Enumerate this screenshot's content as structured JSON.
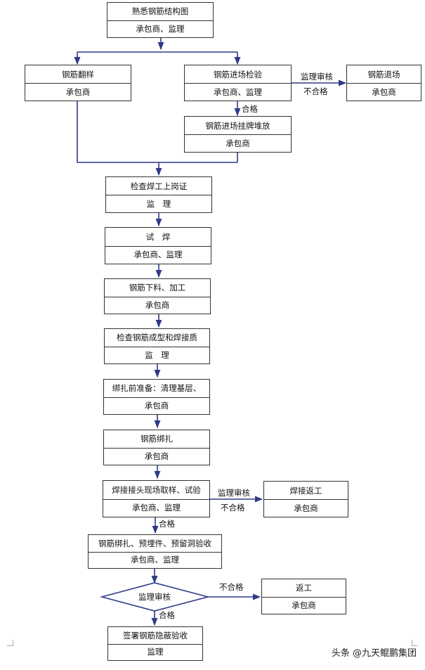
{
  "diagram": {
    "nodes": [
      {
        "id": "n1",
        "title": "熟悉钢筋结构图",
        "role": "承包商、监理"
      },
      {
        "id": "n2",
        "title": "钢筋翻样",
        "role": "承包商"
      },
      {
        "id": "n3",
        "title": "钢筋进场检验",
        "role": "承包商、监理"
      },
      {
        "id": "n4",
        "title": "钢筋退场",
        "role": "承包商"
      },
      {
        "id": "n5",
        "title": "钢筋进场挂牌堆放",
        "role": "承包商"
      },
      {
        "id": "n6",
        "title": "检查焊工上岗证",
        "role": "监　理"
      },
      {
        "id": "n7",
        "title": "试　焊",
        "role": "承包商、监理"
      },
      {
        "id": "n8",
        "title": "钢筋下料、加工",
        "role": "承包商"
      },
      {
        "id": "n9",
        "title": "检查钢筋成型和焊接质",
        "role": "监　理"
      },
      {
        "id": "n10",
        "title": "绑扎前准备：清理基层、",
        "role": "承包商"
      },
      {
        "id": "n11",
        "title": "钢筋绑扎",
        "role": "承包商"
      },
      {
        "id": "n12",
        "title": "焊接接头现场取样、试验",
        "role": "承包商、监理"
      },
      {
        "id": "n13",
        "title": "焊接返工",
        "role": "承包商"
      },
      {
        "id": "n14",
        "title": "钢筋绑扎、预埋件、预留洞验收",
        "role": "承包商、监理"
      },
      {
        "id": "n15",
        "title": "返工",
        "role": "承包商"
      },
      {
        "id": "n16",
        "title": "签署钢筋隐蔽验收",
        "role": "监理"
      }
    ],
    "decision": {
      "label": "监理审核"
    },
    "edge_labels": {
      "review1": "监理审核",
      "fail1": "不合格",
      "pass1": "合格",
      "review2": "监理审核",
      "fail2": "不合格",
      "pass2": "合格",
      "fail3": "不合格",
      "pass3": "合格"
    }
  },
  "watermark": "头条 @九天鲲鹏集团",
  "colors": {
    "arrow": "#2e3a87",
    "line": "#2e3a87",
    "border": "#333333"
  }
}
